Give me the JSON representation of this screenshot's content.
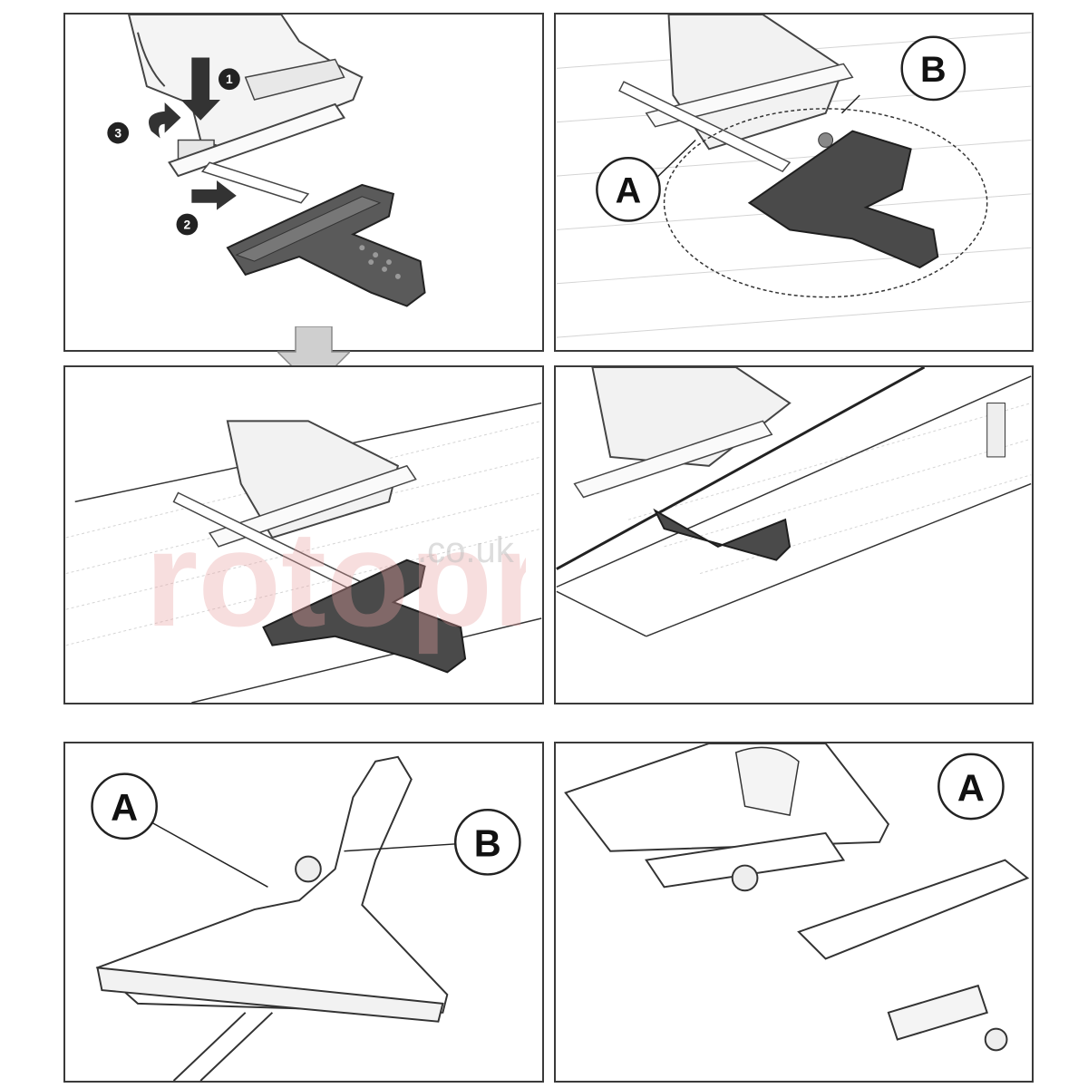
{
  "panels": {
    "top_left": {
      "step_labels": [
        "1",
        "2",
        "3"
      ]
    },
    "top_right": {
      "callouts": [
        "A",
        "B"
      ]
    },
    "middle_left": {},
    "middle_right": {},
    "bottom_left": {
      "callouts": [
        "A",
        "B"
      ]
    },
    "bottom_right": {
      "callouts": [
        "A"
      ]
    }
  },
  "watermark": {
    "text_main": "rotopro",
    "text_suffix": ".co.uk"
  },
  "colors": {
    "border": "#3a3a3a",
    "guide_dark": "#555555",
    "arrow_gray": "#cfcfcf",
    "watermark_red": "#e8a0a0"
  },
  "icons": {
    "flow_arrow": "down-arrow-icon"
  }
}
